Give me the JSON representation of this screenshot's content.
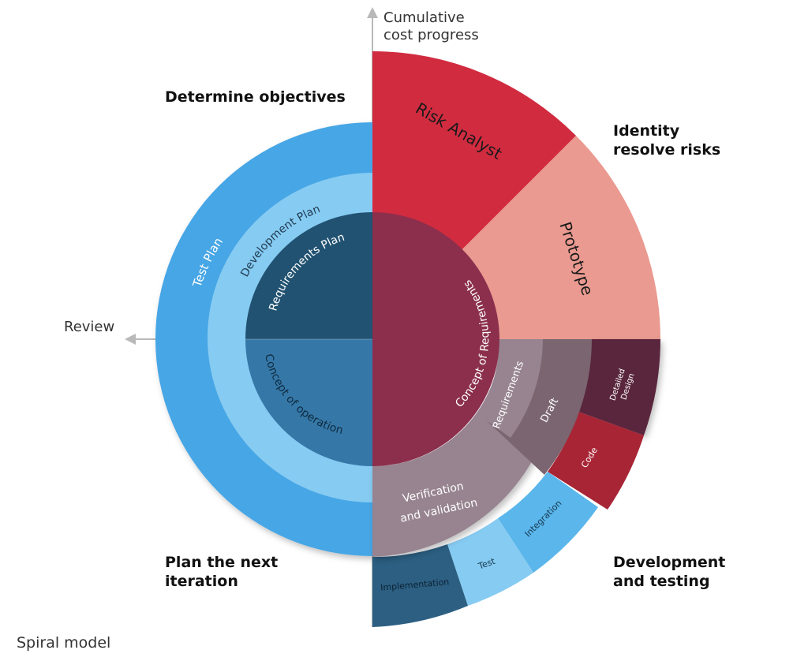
{
  "axes": {
    "vertical_label_line1": "Cumulative",
    "vertical_label_line2": "cost progress",
    "horizontal_label": "Review"
  },
  "quadrants": {
    "top_left": "Determine objectives",
    "top_right_line1": "Identity",
    "top_right_line2": "resolve risks",
    "bottom_left_line1": "Plan the next",
    "bottom_left_line2": "iteration",
    "bottom_right_line1": "Development",
    "bottom_right_line2": "and testing"
  },
  "segments": {
    "test_plan": "Test Plan",
    "development_plan": "Development Plan",
    "requirements_plan": "Requirements Plan",
    "concept_of_operation": "Concept of operation",
    "concept_of_requirements": "Concept of Requirements",
    "risk_analyst": "Risk Analyst",
    "prototype": "Prototype",
    "requirements": "Requirements",
    "draft": "Draft",
    "detailed_design_line1": "Detailed",
    "detailed_design_line2": "Design",
    "code": "Code",
    "integration": "Integration",
    "test": "Test",
    "implementation": "Implementation",
    "verification_line1": "Verification",
    "verification_line2": "and validation"
  },
  "caption": "Spiral model",
  "colors": {
    "blue_outer": "#47A6E5",
    "blue_light": "#86CBF2",
    "blue_dark": "#215271",
    "blue_mid": "#3578A8",
    "crimson_center": "#8B2F4D",
    "red": "#D12B40",
    "salmon": "#EA9A90",
    "mauve": "#978490",
    "mauve_dark": "#7A6570",
    "plum": "#5A263E",
    "red_dark": "#A82535",
    "navy_seg": "#2C5F82"
  }
}
